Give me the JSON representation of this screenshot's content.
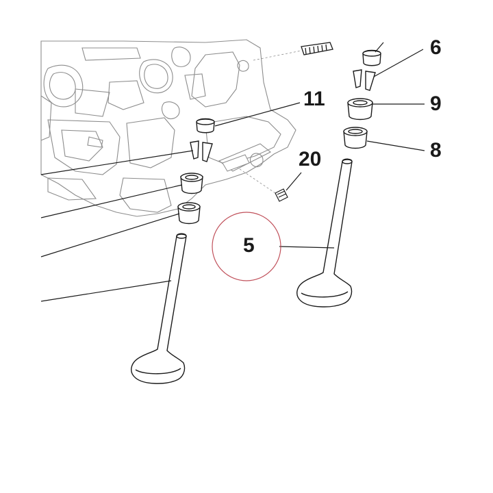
{
  "callouts": {
    "part_6": "6",
    "part_9": "9",
    "part_8": "8",
    "part_11": "11",
    "part_20": "20",
    "part_5": "5"
  },
  "colors": {
    "line": "#1a1a1a",
    "faint_line": "#8c8c8c",
    "highlight_circle": "#c0505a",
    "part_fill": "#ffffff"
  }
}
